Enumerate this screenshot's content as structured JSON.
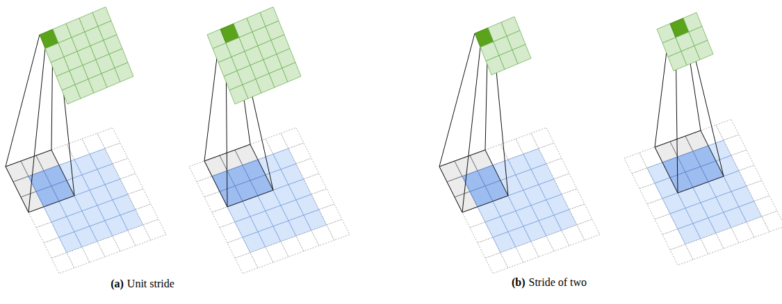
{
  "diagram": {
    "labels": [
      "(a)",
      "Unit stride",
      "(b)",
      "Stride of two"
    ]
  }
}
